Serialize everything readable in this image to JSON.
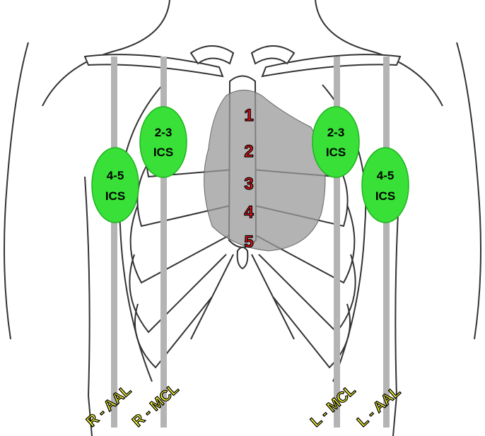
{
  "colors": {
    "zone_fill": "#38e038",
    "zone_stroke": "#1fb21f",
    "rib_number_fill": "#e8141a",
    "rib_number_stroke": "#000000",
    "line_label_fill": "#ffff33",
    "line_label_stroke": "#000000",
    "guide_line": "#b4b4b4",
    "outline": "#333333",
    "heart": "#9a9a9a"
  },
  "zones": {
    "right_upper": {
      "line1": "2-3",
      "line2": "ICS"
    },
    "right_lower": {
      "line1": "4-5",
      "line2": "ICS"
    },
    "left_upper": {
      "line1": "2-3",
      "line2": "ICS"
    },
    "left_lower": {
      "line1": "4-5",
      "line2": "ICS"
    }
  },
  "rib_numbers": [
    "1",
    "2",
    "3",
    "4",
    "5"
  ],
  "line_labels": {
    "r_aal": "R - AAL",
    "r_mcl": "R - MCL",
    "l_mcl": "L - MCL",
    "l_aal": "L - AAL"
  }
}
